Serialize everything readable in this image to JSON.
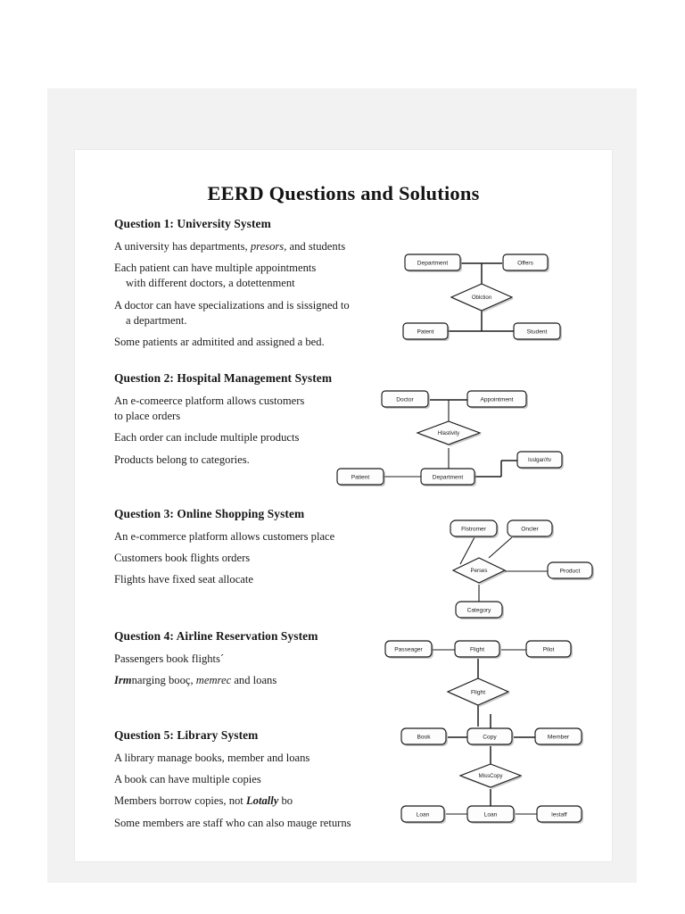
{
  "document": {
    "title": "EERD Questions and Solutions"
  },
  "questions": [
    {
      "heading": "Question 1: University System",
      "lines": [
        "A university has departments, presors, and students",
        "Each patient can have multiple appointments",
        "with different doctors, a dotettenment",
        "A doctor can have specializations and is sissigned to",
        "a department.",
        "Some patients ar admitited and assigned a bed."
      ],
      "italic_words": [
        "presors"
      ],
      "diagram": {
        "entities": [
          "Department",
          "Offers",
          "Patent",
          "Student"
        ],
        "relationship": "Oblction"
      }
    },
    {
      "heading": "Question 2: Hospital Management System",
      "lines": [
        "An e-comeerce platform allows customers",
        "to place orders",
        "Each order can include multiple products",
        "Products belong to categories."
      ],
      "italic_words": [],
      "diagram": {
        "entities": [
          "Doctor",
          "Appointment",
          "Patient",
          "Department",
          "Isslgar//tv"
        ],
        "relationship": "Hlastivity"
      }
    },
    {
      "heading": "Question 3: Online Shopping System",
      "lines": [
        "An e-commerce platform allows customers place",
        "Customers book flights orders",
        "Flights have fixed seat allocate"
      ],
      "italic_words": [],
      "diagram": {
        "entities": [
          "Flstromer",
          "Oncler",
          "Product",
          "Category"
        ],
        "relationship": "Perses"
      }
    },
    {
      "heading": "Question 4: Airline Reservation System",
      "lines": [
        "Passengers book flights´",
        "Irmnarging booç, memrec and loans"
      ],
      "italic_words": [
        "Irm",
        "memrec"
      ],
      "diagram": {
        "entities": [
          "Passeager",
          "Flight",
          "Pilot"
        ],
        "relationship": "Flight"
      }
    },
    {
      "heading": "Question 5: Library System",
      "lines": [
        "A library manage books, member and loans",
        "A book can have multiple copies",
        "Members borrow copies, not Lotally bo",
        "Some members are staff who can also mauge returns"
      ],
      "italic_words": [
        "Lotally"
      ],
      "diagram": {
        "entities": [
          "Book",
          "Copy",
          "Member",
          "Loan",
          "Loan",
          "lestaff"
        ],
        "relationship": "MissCopy"
      }
    }
  ],
  "labels": {
    "q1_department": "Department",
    "q1_offers": "Offers",
    "q1_rel": "Oblction",
    "q1_patent": "Patent",
    "q1_student": "Student",
    "q2_doctor": "Doctor",
    "q2_appointment": "Appointment",
    "q2_rel": "Hlastivity",
    "q2_patient": "Patient",
    "q2_dept": "Department",
    "q2_extra": "Isslgar//tv",
    "q3_customer": "Flstromer",
    "q3_order": "Oncler",
    "q3_rel": "Perses",
    "q3_product": "Product",
    "q3_category": "Category",
    "q4_passenger": "Passeager",
    "q4_flight": "Flight",
    "q4_pilot": "Pilot",
    "q4_rel": "Flight",
    "q5_book": "Book",
    "q5_copy": "Copy",
    "q5_member": "Member",
    "q5_rel": "MissCopy",
    "q5_loan1": "Loan",
    "q5_loan2": "Loan",
    "q5_staff": "lestaff"
  },
  "colors": {
    "page_background": "#ffffff",
    "viewer_background": "#f2f2f2",
    "text": "#1b1b1b",
    "stroke": "#1a1a1a"
  }
}
